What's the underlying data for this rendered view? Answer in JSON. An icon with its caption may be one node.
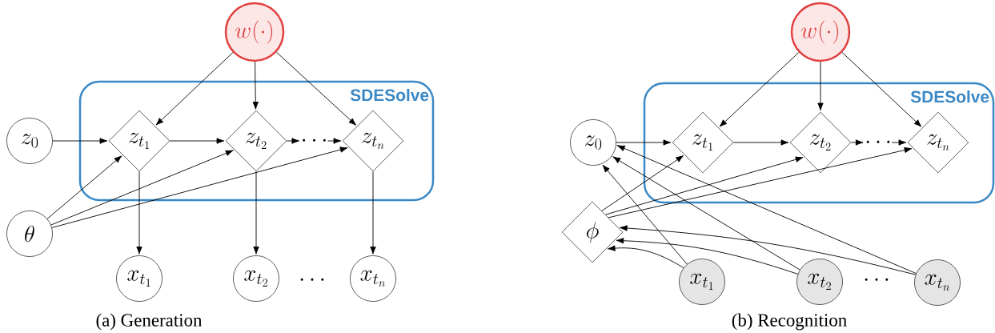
{
  "diagram": {
    "nodes": [
      {
        "text": [
          "SDESolve"
        ]
      },
      {
        "text": [
          "w(\\cdot)"
        ]
      },
      {
        "text": [
          "z_0"
        ]
      },
      {
        "text": [
          "z_{t_1}"
        ],
        "in": 0
      },
      {
        "text": [
          "z_{t_2}"
        ],
        "in": 0
      },
      {
        "text": [
          "z_{t_n}"
        ],
        "in": 0
      },
      {
        "text": [
          "\\theta"
        ]
      },
      {
        "text": [
          "x_{t_1}"
        ]
      },
      {
        "text": [
          "x_{t_2}"
        ]
      },
      {
        "text": [
          "x_{t_n}"
        ]
      },
      {
        "text": [
          "\\cdots"
        ],
        "in": 0
      },
      {
        "text": [
          "SDESolve"
        ]
      },
      {
        "text": [
          "w(\\cdot)"
        ]
      },
      {
        "text": [
          "z_0"
        ]
      },
      {
        "text": [
          "z_{t_1}"
        ],
        "in": 11
      },
      {
        "text": [
          "z_{t_2}"
        ],
        "in": 11
      },
      {
        "text": [
          "z_{t_n}"
        ],
        "in": 11
      },
      {
        "text": [
          "\\cdots"
        ],
        "in": 11
      },
      {
        "text": [
          "\\phi"
        ]
      },
      {
        "text": [
          "x_{t_1}"
        ]
      },
      {
        "text": [
          "x_{t_2}"
        ]
      },
      {
        "text": [
          "x_{t_n}"
        ]
      }
    ],
    "edges": [
      {
        "from": 1,
        "to": 3,
        "arrow": "to"
      },
      {
        "from": 1,
        "to": 4,
        "arrow": "to"
      },
      {
        "from": 1,
        "to": 5,
        "arrow": "to"
      },
      {
        "from": 2,
        "to": 3,
        "arrow": "to"
      },
      {
        "from": 3,
        "to": 4,
        "arrow": "to"
      },
      {
        "from": 4,
        "to": 10,
        "arrow": "to"
      },
      {
        "from": 10,
        "to": 5,
        "arrow": "to"
      },
      {
        "from": 6,
        "to": 3,
        "arrow": "to"
      },
      {
        "from": 6,
        "to": 4,
        "arrow": "to"
      },
      {
        "from": 6,
        "to": 5,
        "arrow": "to"
      },
      {
        "from": 3,
        "to": 7,
        "arrow": "to"
      },
      {
        "from": 4,
        "to": 8,
        "arrow": "to"
      },
      {
        "from": 5,
        "to": 9,
        "arrow": "to"
      },
      {
        "from": 12,
        "to": 14,
        "arrow": "to"
      },
      {
        "from": 12,
        "to": 15,
        "arrow": "to"
      },
      {
        "from": 12,
        "to": 16,
        "arrow": "to"
      },
      {
        "from": 13,
        "to": 14,
        "arrow": "to"
      },
      {
        "from": 14,
        "to": 15,
        "arrow": "to"
      },
      {
        "from": 15,
        "to": 17,
        "arrow": "to"
      },
      {
        "from": 17,
        "to": 16,
        "arrow": "to"
      },
      {
        "from": 18,
        "to": 14,
        "arrow": "to"
      },
      {
        "from": 18,
        "to": 15,
        "arrow": "to"
      },
      {
        "from": 18,
        "to": 16,
        "arrow": "to"
      },
      {
        "from": 19,
        "to": 13,
        "arrow": "to"
      },
      {
        "from": 20,
        "to": 13,
        "arrow": "to"
      },
      {
        "from": 21,
        "to": 13,
        "arrow": "to"
      },
      {
        "from": 19,
        "to": 18,
        "arrow": "to"
      },
      {
        "from": 20,
        "to": 18,
        "arrow": "to"
      },
      {
        "from": 21,
        "to": 18,
        "arrow": "to"
      }
    ],
    "labels": [
      "\\cdots",
      "(a) Generation",
      "\\cdots",
      "(b) Recognition"
    ]
  }
}
